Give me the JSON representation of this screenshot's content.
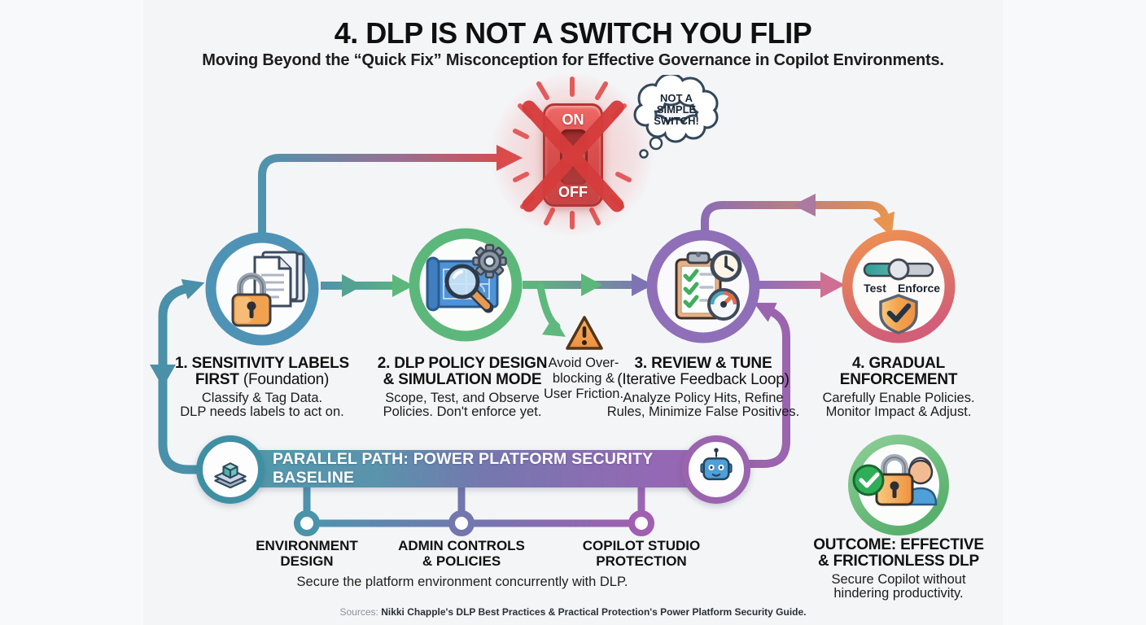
{
  "title": "4. DLP IS NOT A SWITCH YOU FLIP",
  "subtitle": "Moving Beyond the “Quick Fix” Misconception for Effective Governance in Copilot Environments.",
  "switch": {
    "on_label": "ON",
    "off_label": "OFF"
  },
  "bubble": {
    "line1": "NOT A",
    "line2": "SIMPLE",
    "line3": "SWITCH!"
  },
  "steps": [
    {
      "title1": "1. SENSITIVITY LABELS",
      "title2_bold": "FIRST",
      "title2_normal": "(Foundation)",
      "desc1": "Classify & Tag Data.",
      "desc2": "DLP needs labels to act on."
    },
    {
      "title1": "2. DLP POLICY DESIGN",
      "title2": "& SIMULATION MODE",
      "desc1": "Scope, Test, and Observe",
      "desc2": "Policies. Don't enforce yet."
    },
    {
      "title1": "3. REVIEW & TUNE",
      "title2": "(Iterative Feedback Loop)",
      "desc1": "Analyze Policy Hits, Refine",
      "desc2": "Rules, Minimize False Positives."
    },
    {
      "title1": "4. GRADUAL",
      "title2": "ENFORCEMENT",
      "desc1": "Carefully Enable Policies.",
      "desc2": "Monitor Impact & Adjust."
    }
  ],
  "warning": {
    "line1": "Avoid Over-",
    "line2": "blocking &",
    "line3": "User Friction."
  },
  "slider": {
    "left": "Test",
    "right": "Enforce"
  },
  "parallel": {
    "bar_label": "PARALLEL PATH: POWER PLATFORM SECURITY BASELINE",
    "nodes": [
      {
        "line1": "ENVIRONMENT",
        "line2": "DESIGN"
      },
      {
        "line1": "ADMIN CONTROLS",
        "line2": "& POLICIES"
      },
      {
        "line1": "COPILOT STUDIO",
        "line2": "PROTECTION"
      }
    ],
    "caption": "Secure the platform environment concurrently with DLP."
  },
  "outcome": {
    "title1": "OUTCOME: EFFECTIVE",
    "title2": "& FRICTIONLESS DLP",
    "desc1": "Secure Copilot without",
    "desc2": "hindering productivity."
  },
  "sources": {
    "label": "Sources:",
    "text": "Nikki Chapple's DLP Best Practices & Practical Protection's Power Platform Security Guide."
  },
  "colors": {
    "teal": "#4a90a8",
    "green": "#5cb87a",
    "purple": "#8e6fb8",
    "orange": "#e8874a",
    "pink": "#cf6f93",
    "red": "#d84a4a",
    "bar_start": "#4f9aab",
    "bar_end": "#9c64b4",
    "warning_orange": "#f0a040",
    "switch_red": "#d94c4a",
    "outcome_green": "#5fb873"
  }
}
